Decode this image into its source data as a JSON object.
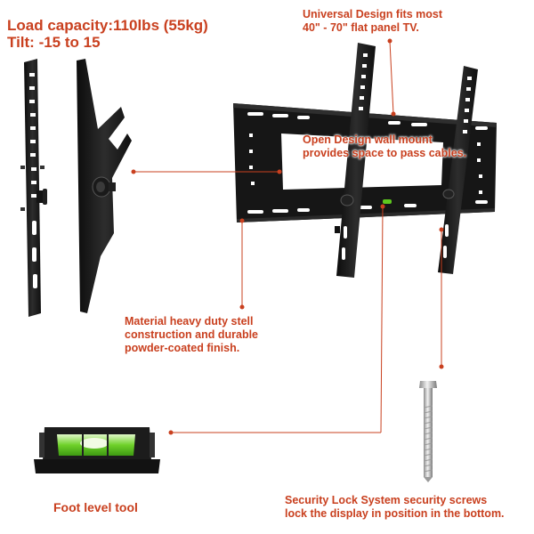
{
  "specs": {
    "load_capacity": "Load capacity:110lbs (55kg)",
    "tilt": "Tilt: -15 to 15"
  },
  "captions": {
    "universal_line1": "Universal Design fits most",
    "universal_line2": "40\" - 70\" flat panel TV.",
    "open_line1": "Open Design wall mount",
    "open_line2": "provides space to pass cables.",
    "material_line1": "Material heavy duty stell",
    "material_line2": "construction and durable",
    "material_line3": "powder-coated finish.",
    "foot_level": "Foot level tool",
    "security_line1": "Security Lock System security screws",
    "security_line2": "lock the display in position in the bottom."
  },
  "colors": {
    "accent": "#c9401f",
    "metal": "#1a1a1a",
    "level_green": "#5ec81e"
  }
}
